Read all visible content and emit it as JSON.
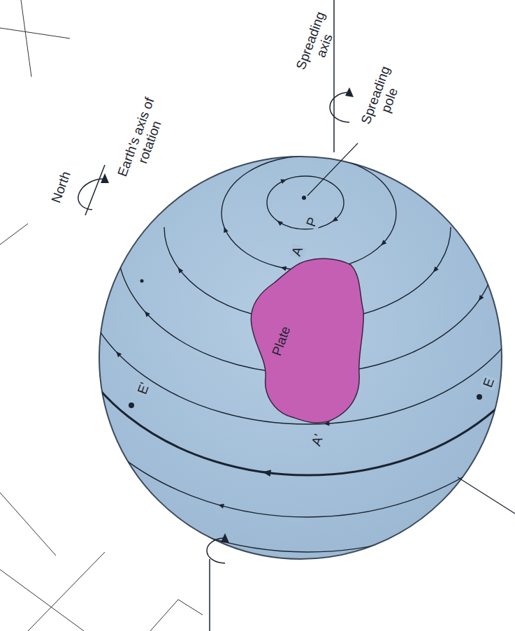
{
  "diagram": {
    "nodes": [
      {
        "text": [
          "Plate"
        ]
      }
    ],
    "labels": [
      "Spreading axis",
      "Spreading pole",
      "P",
      "A",
      "A'",
      "North",
      "Earth's axis of rotation",
      "E'",
      "E"
    ]
  }
}
